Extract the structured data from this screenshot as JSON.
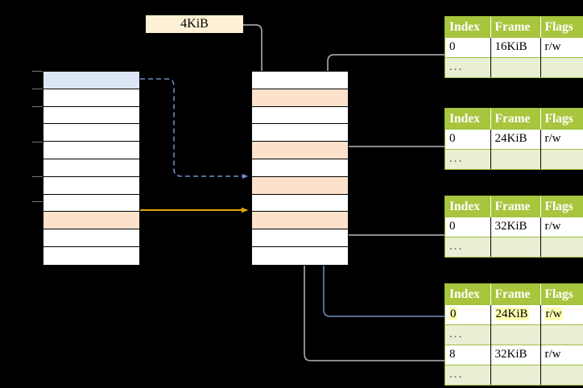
{
  "diagram": {
    "title_label": "4KiB",
    "background_color": "#000000",
    "header_color": "#a8c53e",
    "dots_row_color": "#e9efd3",
    "highlight_color": "#ffffb0",
    "blue_cell_color": "#dce6f7",
    "peach_cell_color": "#fde2cb",
    "orange_arrow_color": "#e8a400",
    "blue_arrow_color": "#6f8fc4",
    "gray_arrow_color": "#b8b8b8"
  },
  "left_column": {
    "name": "virtual-address-space",
    "row_count": 11,
    "rows": [
      {
        "index": 0,
        "fill": "blue"
      },
      {
        "index": 1,
        "fill": "white"
      },
      {
        "index": 2,
        "fill": "white"
      },
      {
        "index": 3,
        "fill": "white"
      },
      {
        "index": 4,
        "fill": "white"
      },
      {
        "index": 5,
        "fill": "white"
      },
      {
        "index": 6,
        "fill": "white"
      },
      {
        "index": 7,
        "fill": "white"
      },
      {
        "index": 8,
        "fill": "peach"
      },
      {
        "index": 9,
        "fill": "white"
      },
      {
        "index": 10,
        "fill": "white"
      }
    ]
  },
  "middle_column": {
    "name": "physical-memory",
    "row_count": 11,
    "rows": [
      {
        "index": 0,
        "fill": "white"
      },
      {
        "index": 1,
        "fill": "peach"
      },
      {
        "index": 2,
        "fill": "white"
      },
      {
        "index": 3,
        "fill": "white"
      },
      {
        "index": 4,
        "fill": "peach"
      },
      {
        "index": 5,
        "fill": "white"
      },
      {
        "index": 6,
        "fill": "peach"
      },
      {
        "index": 7,
        "fill": "white"
      },
      {
        "index": 8,
        "fill": "peach"
      },
      {
        "index": 9,
        "fill": "white"
      },
      {
        "index": 10,
        "fill": "white"
      }
    ]
  },
  "page_tables": [
    {
      "name": "page-table-1",
      "columns": [
        "Index",
        "Frame",
        "Flags"
      ],
      "rows": [
        {
          "type": "data",
          "highlight": false,
          "cells": [
            "0",
            "16KiB",
            "r/w"
          ]
        },
        {
          "type": "dots",
          "highlight": false,
          "cells": [
            "...",
            "",
            ""
          ]
        }
      ]
    },
    {
      "name": "page-table-2",
      "columns": [
        "Index",
        "Frame",
        "Flags"
      ],
      "rows": [
        {
          "type": "data",
          "highlight": false,
          "cells": [
            "0",
            "24KiB",
            "r/w"
          ]
        },
        {
          "type": "dots",
          "highlight": false,
          "cells": [
            "...",
            "",
            ""
          ]
        }
      ]
    },
    {
      "name": "page-table-3",
      "columns": [
        "Index",
        "Frame",
        "Flags"
      ],
      "rows": [
        {
          "type": "data",
          "highlight": false,
          "cells": [
            "0",
            "32KiB",
            "r/w"
          ]
        },
        {
          "type": "dots",
          "highlight": false,
          "cells": [
            "...",
            "",
            ""
          ]
        }
      ]
    },
    {
      "name": "page-table-4",
      "columns": [
        "Index",
        "Frame",
        "Flags"
      ],
      "rows": [
        {
          "type": "data",
          "highlight": true,
          "cells": [
            "0",
            "24KiB",
            "r/w"
          ]
        },
        {
          "type": "dots",
          "highlight": false,
          "cells": [
            "...",
            "",
            ""
          ]
        },
        {
          "type": "data",
          "highlight": false,
          "cells": [
            "8",
            "32KiB",
            "r/w"
          ]
        },
        {
          "type": "dots",
          "highlight": false,
          "cells": [
            "...",
            "",
            ""
          ]
        }
      ]
    }
  ]
}
